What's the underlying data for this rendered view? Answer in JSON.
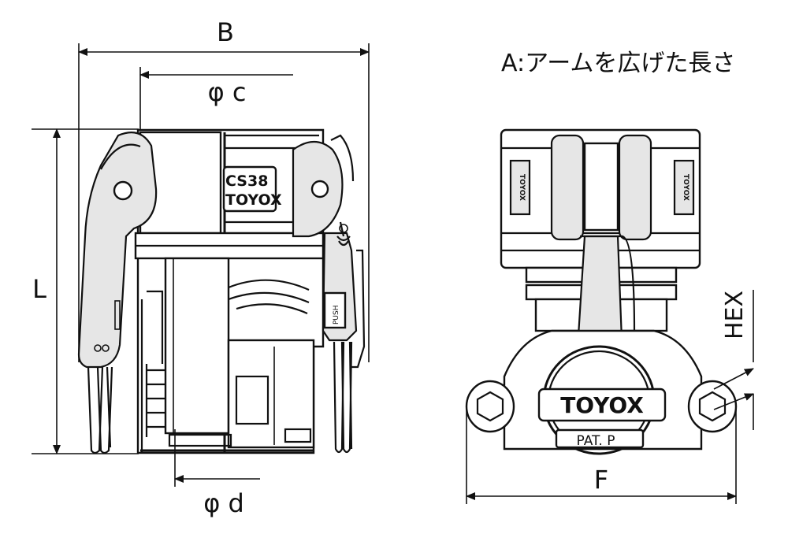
{
  "dimensions": {
    "b": "B",
    "phi_c": "φ c",
    "phi_d": "φ d",
    "l": "L",
    "f": "F",
    "hex": "HEX"
  },
  "note": "A:アームを広げた長さ",
  "markings": {
    "model": "CS38",
    "brand": "TOYOX",
    "push": "PUSH",
    "patent": "PAT. P"
  }
}
